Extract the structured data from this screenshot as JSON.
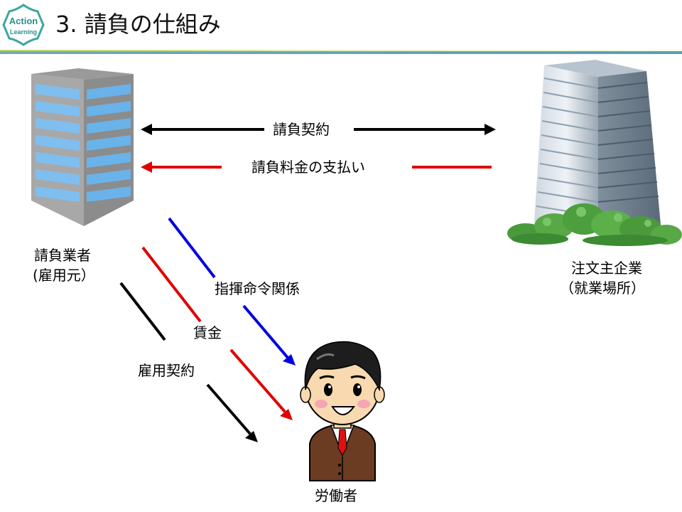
{
  "header": {
    "title": "3. 請負の仕組み",
    "logo_text_top": "Action",
    "logo_text_bottom": "Learning"
  },
  "nodes": {
    "contractor": {
      "line1": "請負業者",
      "line2": "(雇用元）"
    },
    "client": {
      "line1": "注文主企業",
      "line2": "（就業場所）"
    },
    "worker": {
      "label": "労働者"
    }
  },
  "relations": {
    "contract": "請負契約",
    "payment": "請負料金の支払い",
    "command": "指揮命令関係",
    "wage": "賃金",
    "employment": "雇用契約"
  },
  "colors": {
    "black_arrow": "#000000",
    "red_arrow": "#e00000",
    "blue_arrow": "#0000e0",
    "accent_green": "#b7d96a",
    "accent_blue": "#5c9db2"
  }
}
